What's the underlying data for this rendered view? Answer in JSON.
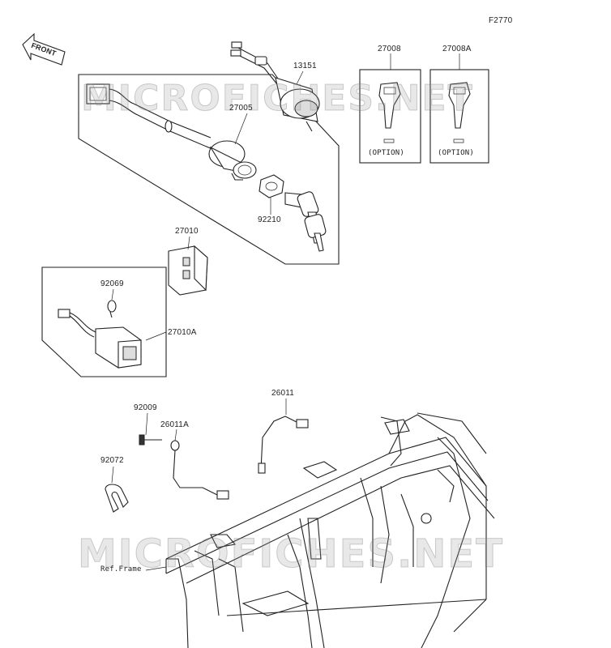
{
  "figure_code": "F2770",
  "direction_label": "FRONT",
  "watermarks": [
    "MICROFICHES.NET",
    "MICROFICHES.NET"
  ],
  "parts": {
    "p13151": "13151",
    "p27005": "27005",
    "p92210": "92210",
    "p27008": "27008",
    "p27008A": "27008A",
    "p27010": "27010",
    "p92069": "92069",
    "p27010A": "27010A",
    "p26011": "26011",
    "p92009": "92009",
    "p26011A": "26011A",
    "p92072": "92072"
  },
  "option_labels": [
    "(OPTION)",
    "(OPTION)"
  ],
  "ref_frame": "Ref.Frame"
}
